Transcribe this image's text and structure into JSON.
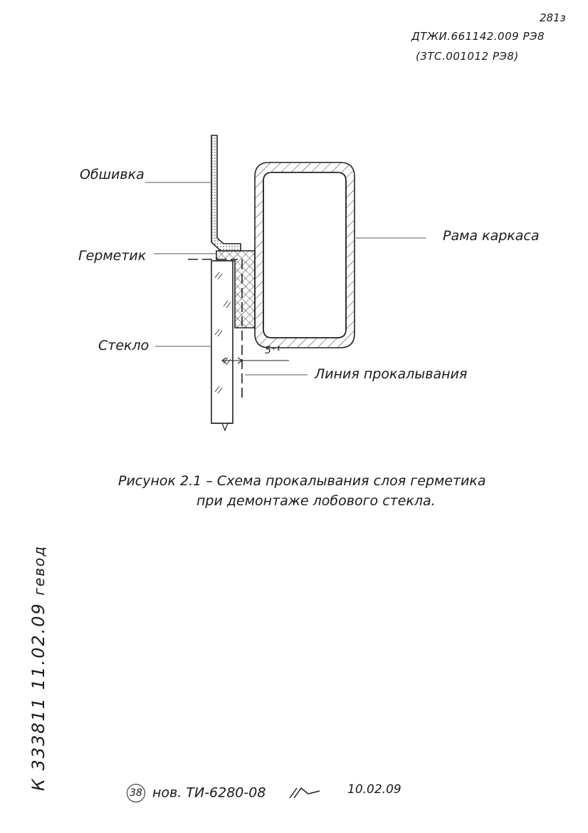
{
  "header": {
    "page_number": "281з",
    "doc_code": "ДТЖИ.661142.009 РЭ8",
    "doc_code_alt": "(3ТС.001012 РЭ8)"
  },
  "figure": {
    "labels": {
      "obshivka": "Обшивка",
      "germetik": "Герметик",
      "steklo": "Стекло",
      "rama": "Рама каркаса",
      "liniya": "Линия прокалывания"
    },
    "dimension": "5⁺¹"
  },
  "caption": {
    "line1": "Рисунок 2.1 –  Схема прокалывания слоя герметика",
    "line2": "при демонтаже лобового стекла."
  },
  "stamp": {
    "vertical": "К 333811   11.02.09",
    "signature": "гевод"
  },
  "footer": {
    "circle_number": "38",
    "note": "нов. ТИ-6280-08",
    "date": "10.02.09"
  }
}
